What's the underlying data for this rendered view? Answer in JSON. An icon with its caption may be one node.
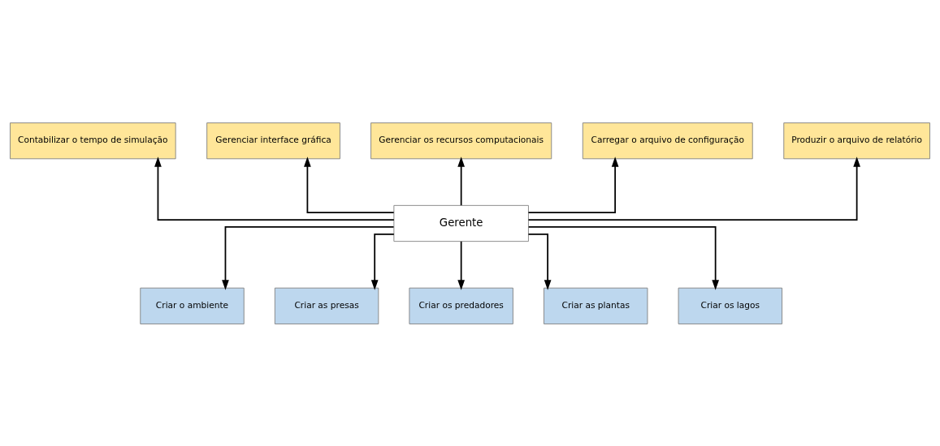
{
  "diagram": {
    "nodes": [
      {
        "text": [
          "Contabilizar o tempo de simulação"
        ]
      },
      {
        "text": [
          "Gerenciar interface gráfica"
        ]
      },
      {
        "text": [
          "Gerenciar os recursos computacionais"
        ]
      },
      {
        "text": [
          "Carregar o arquivo de configuração"
        ]
      },
      {
        "text": [
          "Produzir o arquivo de relatório"
        ]
      },
      {
        "text": [
          "Gerente"
        ]
      },
      {
        "text": [
          "Criar o ambiente"
        ]
      },
      {
        "text": [
          "Criar as presas"
        ]
      },
      {
        "text": [
          "Criar os predadores"
        ]
      },
      {
        "text": [
          "Criar as plantas"
        ]
      },
      {
        "text": [
          "Criar os lagos"
        ]
      }
    ],
    "edges": [
      {
        "from": 5,
        "to": 0,
        "arrow": "to"
      },
      {
        "from": 5,
        "to": 1,
        "arrow": "to"
      },
      {
        "from": 5,
        "to": 2,
        "arrow": "to"
      },
      {
        "from": 5,
        "to": 3,
        "arrow": "to"
      },
      {
        "from": 5,
        "to": 4,
        "arrow": "to"
      },
      {
        "from": 5,
        "to": 6,
        "arrow": "to"
      },
      {
        "from": 5,
        "to": 7,
        "arrow": "to"
      },
      {
        "from": 5,
        "to": 8,
        "arrow": "to"
      },
      {
        "from": 5,
        "to": 9,
        "arrow": "to"
      },
      {
        "from": 5,
        "to": 10,
        "arrow": "to"
      }
    ]
  }
}
